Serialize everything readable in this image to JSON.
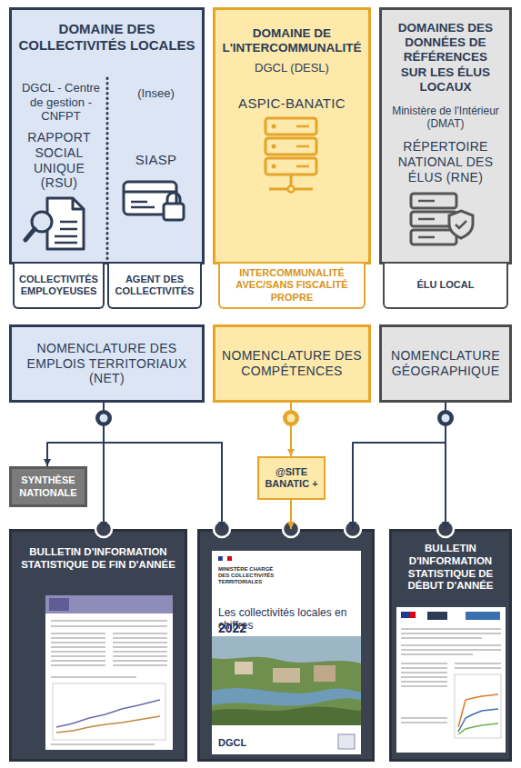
{
  "diagram": {
    "nodes": [
      {
        "text": [
          "DOMAINE DES COLLECTIVITÉS LOCALES",
          "DGCL - Centre de gestion - CNFPT",
          "RAPPORT SOCIAL UNIQUE (RSU)",
          "(Insee)",
          "SIASP"
        ]
      },
      {
        "text": [
          "DOMAINE DE L'INTERCOMMUNALITÉ",
          "DGCL (DESL)",
          "ASPIC-BANATIC"
        ]
      },
      {
        "text": [
          "DOMAINES DES DONNÉES DE RÉFÉRENCES SUR LES ÉLUS LOCAUX",
          "Ministère de l'Intérieur (DMAT)",
          "RÉPERTOIRE NATIONAL DES ÉLUS (RNE)"
        ]
      },
      {
        "text": [
          "COLLECTIVITÉS EMPLOYEUSES"
        ]
      },
      {
        "text": [
          "AGENT DES COLLECTIVITÉS"
        ]
      },
      {
        "text": [
          "INTERCOMMUNALITÉ AVEC/SANS FISCALITÉ PROPRE"
        ]
      },
      {
        "text": [
          "ÉLU LOCAL"
        ]
      },
      {
        "text": [
          "NOMENCLATURE DES EMPLOIS TERRITORIAUX (NET)"
        ]
      },
      {
        "text": [
          "NOMENCLATURE DES COMPÉTENCES"
        ]
      },
      {
        "text": [
          "NOMENCLATURE GÉOGRAPHIQUE"
        ]
      },
      {
        "text": [
          "SYNTHÈSE NATIONALE"
        ]
      },
      {
        "text": [
          "@SITE BANATIC +"
        ]
      },
      {
        "text": [
          "BULLETIN D'INFORMATION STATISTIQUE DE FIN D'ANNÉE"
        ]
      },
      {
        "text": [
          "MINISTÈRE CHARGÉ DES COLLECTIVITÉS TERRITORIALES",
          "Les collectivités locales en chiffres",
          "2022",
          "DGCL"
        ]
      },
      {
        "text": [
          "BULLETIN D'INFORMATION STATISTIQUE DE DÉBUT D'ANNÉE"
        ]
      }
    ],
    "edges": [
      {
        "from": 7,
        "to": 10,
        "arrow": "to"
      },
      {
        "from": 7,
        "to": 12,
        "arrow": "to"
      },
      {
        "from": 7,
        "to": 13,
        "arrow": "to"
      },
      {
        "from": 8,
        "to": 11,
        "arrow": "to"
      },
      {
        "from": 11,
        "to": 13,
        "arrow": "to"
      },
      {
        "from": 9,
        "to": 13,
        "arrow": "to"
      },
      {
        "from": 9,
        "to": 14,
        "arrow": "to"
      }
    ]
  }
}
